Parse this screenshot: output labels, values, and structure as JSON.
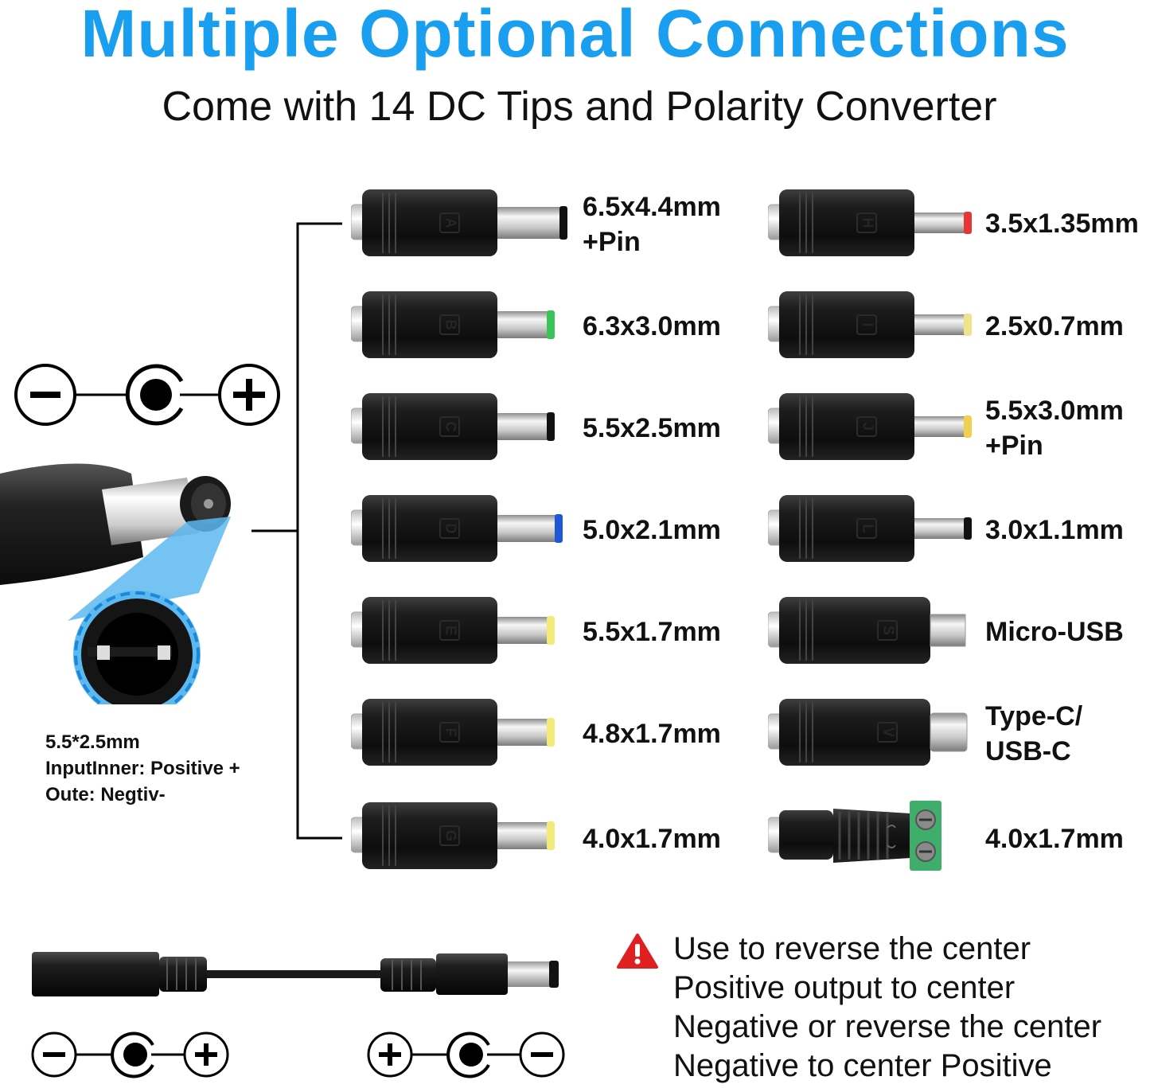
{
  "title": "Multiple Optional Connections",
  "subtitle": "Come with 14 DC Tips and Polarity Converter",
  "colors": {
    "title": "#1a9ff0",
    "connector": "#1b1b1b",
    "warning": "#e02020",
    "terminal": "#3fae6a"
  },
  "tips_left": [
    {
      "letter": "A",
      "label": [
        "6.5x4.4mm",
        "+Pin"
      ],
      "tip_color": "#111111",
      "pin_length": 84
    },
    {
      "letter": "B",
      "label": [
        "6.3x3.0mm"
      ],
      "tip_color": "#38c45a",
      "pin_length": 68
    },
    {
      "letter": "C",
      "label": [
        "5.5x2.5mm"
      ],
      "tip_color": "#111111",
      "pin_length": 68
    },
    {
      "letter": "D",
      "label": [
        "5.0x2.1mm"
      ],
      "tip_color": "#1e58d6",
      "pin_length": 78
    },
    {
      "letter": "E",
      "label": [
        "5.5x1.7mm"
      ],
      "tip_color": "#f3ea7a",
      "pin_length": 68
    },
    {
      "letter": "F",
      "label": [
        "4.8x1.7mm"
      ],
      "tip_color": "#f3ea7a",
      "pin_length": 68
    },
    {
      "letter": "G",
      "label": [
        "4.0x1.7mm"
      ],
      "tip_color": "#f3ea7a",
      "pin_length": 68
    }
  ],
  "tips_right": [
    {
      "letter": "H",
      "label": [
        "3.5x1.35mm"
      ],
      "kind": "pin",
      "tip_color": "#e53535",
      "pin_length": 68
    },
    {
      "letter": "I",
      "label": [
        "2.5x0.7mm"
      ],
      "kind": "pin",
      "tip_color": "#eee48a",
      "pin_length": 68
    },
    {
      "letter": "J",
      "label": [
        "5.5x3.0mm",
        "+Pin"
      ],
      "kind": "pin",
      "tip_color": "#f0d050",
      "pin_length": 68
    },
    {
      "letter": "L",
      "label": [
        "3.0x1.1mm"
      ],
      "kind": "pin",
      "tip_color": "#111111",
      "pin_length": 68
    },
    {
      "letter": "S",
      "label": [
        "Micro-USB"
      ],
      "kind": "usb"
    },
    {
      "letter": "V",
      "label": [
        "Type-C/",
        "USB-C"
      ],
      "kind": "usbc"
    },
    {
      "letter": "",
      "label": [
        "4.0x1.7mm"
      ],
      "kind": "terminal"
    }
  ],
  "input_info": [
    "5.5*2.5mm",
    "InputInner: Positive +",
    "Oute: Negtiv-"
  ],
  "warning_text": [
    "Use to reverse the center",
    "Positive output to center",
    "Negative or reverse the center",
    "Negative to center Positive"
  ]
}
